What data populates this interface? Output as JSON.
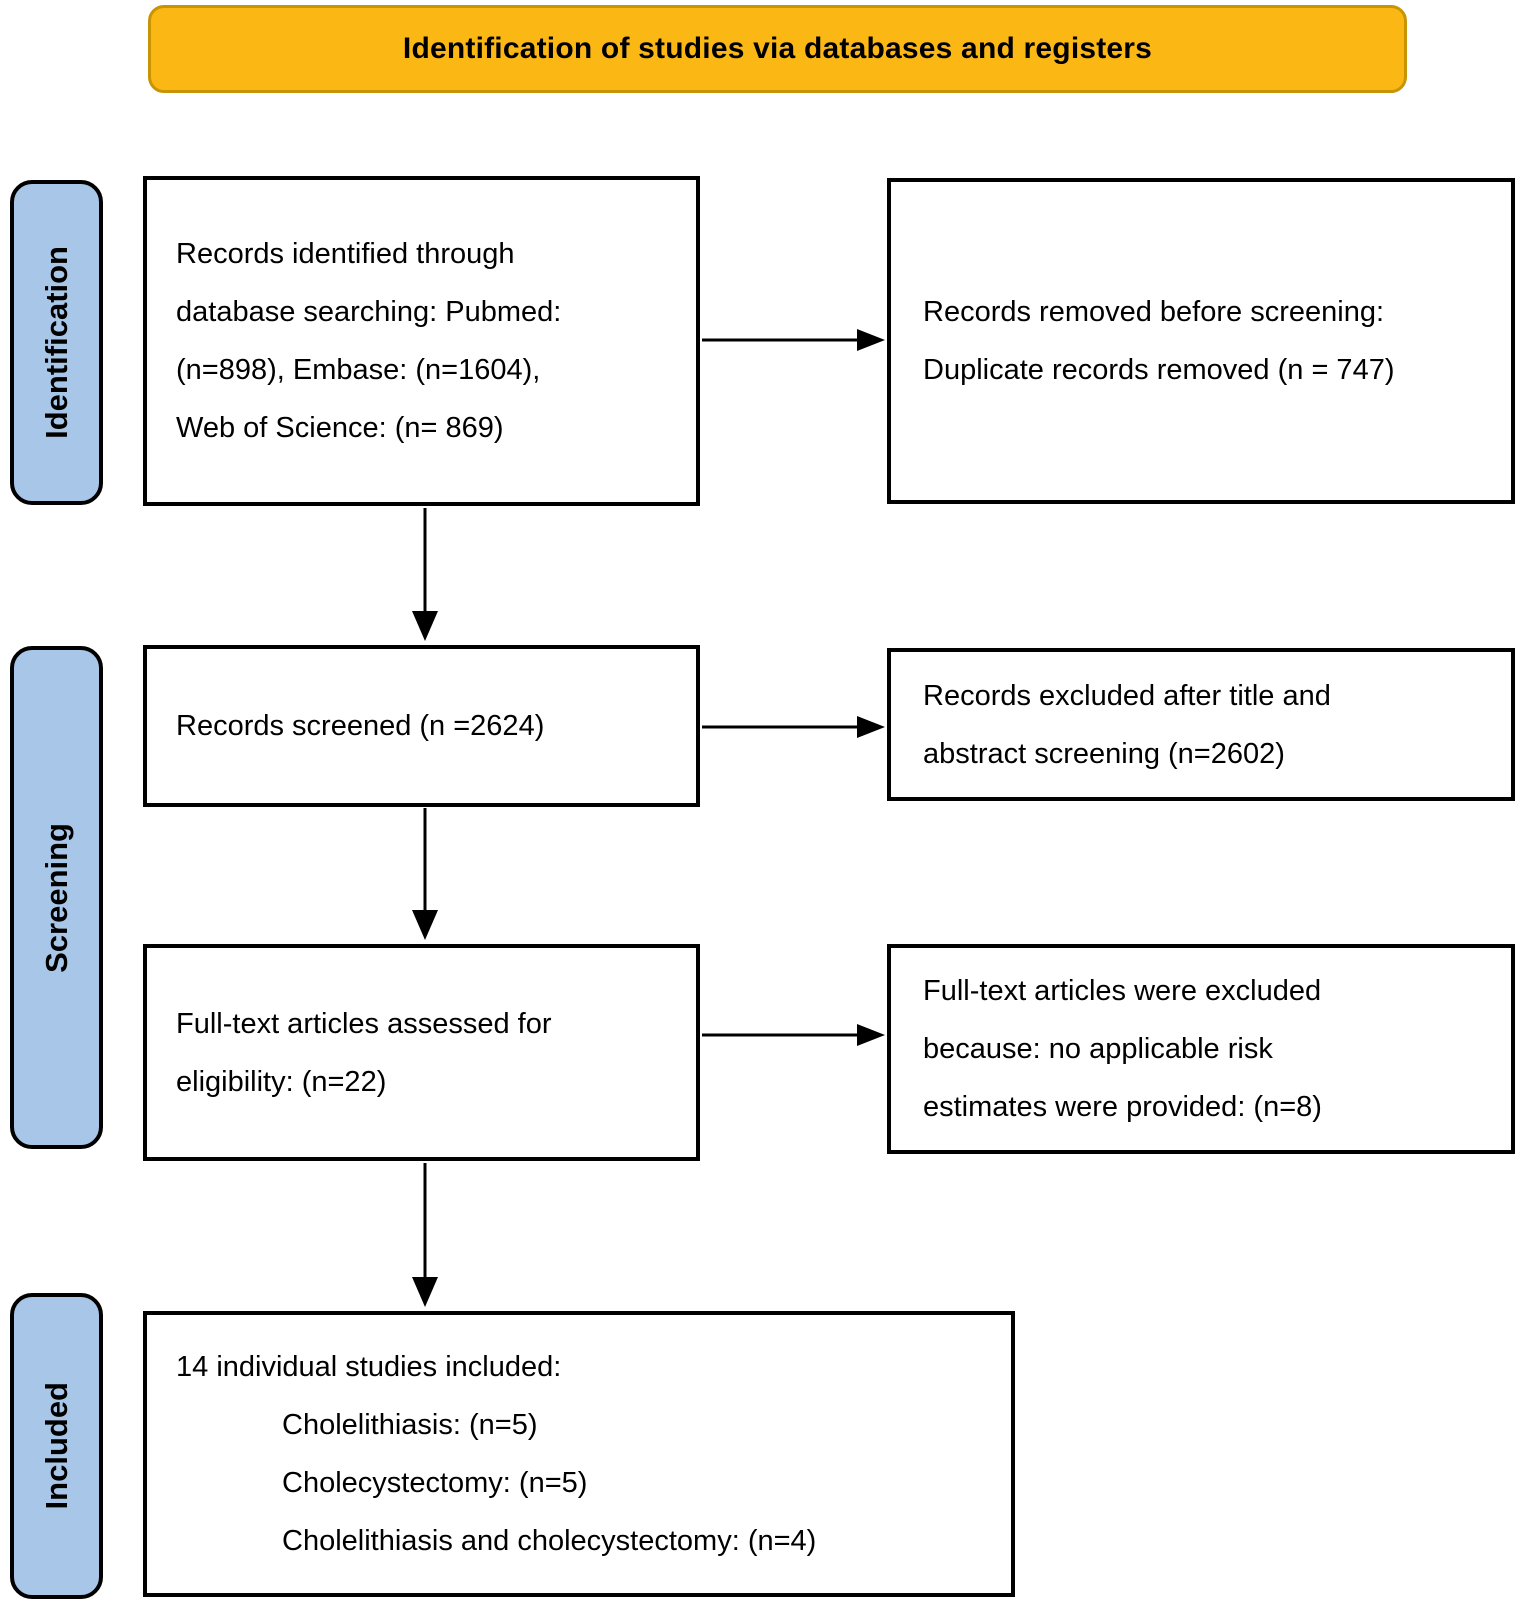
{
  "banner": {
    "title": "Identification of studies via databases and registers"
  },
  "stages": [
    {
      "label": "Identification"
    },
    {
      "label": "Screening"
    },
    {
      "label": "Included"
    }
  ],
  "boxes": {
    "identified": {
      "lines": [
        "Records identified through",
        "database searching: Pubmed:",
        "(n=898), Embase: (n=1604),",
        "Web of Science: (n= 869)"
      ]
    },
    "removed": {
      "lines": [
        "Records removed before screening:",
        "Duplicate records removed (n = 747)"
      ]
    },
    "screened": {
      "lines": [
        "Records screened (n =2624)"
      ]
    },
    "excluded_title_abstract": {
      "lines": [
        "Records excluded after title and",
        "abstract screening (n=2602)"
      ]
    },
    "fulltext": {
      "lines": [
        "Full-text articles assessed for",
        "eligibility: (n=22)"
      ]
    },
    "excluded_fulltext": {
      "lines": [
        "Full-text articles were excluded",
        "because: no applicable risk",
        "estimates were provided: (n=8)"
      ]
    },
    "included": {
      "lines": [
        "14 individual studies included:",
        "Cholelithiasis: (n=5)",
        "Cholecystectomy: (n=5)",
        "Cholelithiasis and cholecystectomy: (n=4)"
      ]
    }
  },
  "colors": {
    "banner_bg": "#FBB714",
    "banner_border": "#C89404",
    "stage_bg": "#A8C6E8",
    "box_border": "#000000",
    "text": "#000000"
  }
}
